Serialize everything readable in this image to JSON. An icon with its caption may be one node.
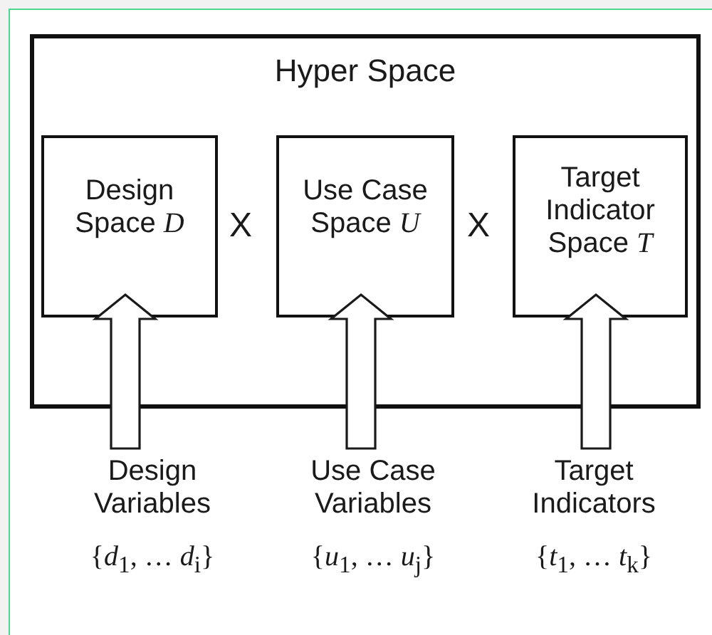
{
  "diagram": {
    "nodes": [
      {
        "text": [
          "Hyper Space"
        ]
      },
      {
        "text": [
          "Design Space *D*"
        ],
        "in": 0
      },
      {
        "text": [
          "Use Case Space *U*"
        ],
        "in": 0
      },
      {
        "text": [
          "Target Indicator Space *T*"
        ],
        "in": 0
      },
      {
        "text": [
          "Design Variables",
          "{*d*$_{1}$, … *d*$_{i}$}"
        ]
      },
      {
        "text": [
          "Use Case Variables",
          "{*u*$_{1}$, … *u*$_{j}$}"
        ]
      },
      {
        "text": [
          "Target Indicators",
          "{*t*$_{1}$, … *t*$_{k}$}"
        ]
      }
    ],
    "edges": [
      {
        "from": 4,
        "to": 1,
        "arrow": "to"
      },
      {
        "from": 5,
        "to": 2,
        "arrow": "to"
      },
      {
        "from": 6,
        "to": 3,
        "arrow": "to"
      }
    ],
    "labels": [
      "X",
      "X"
    ]
  }
}
